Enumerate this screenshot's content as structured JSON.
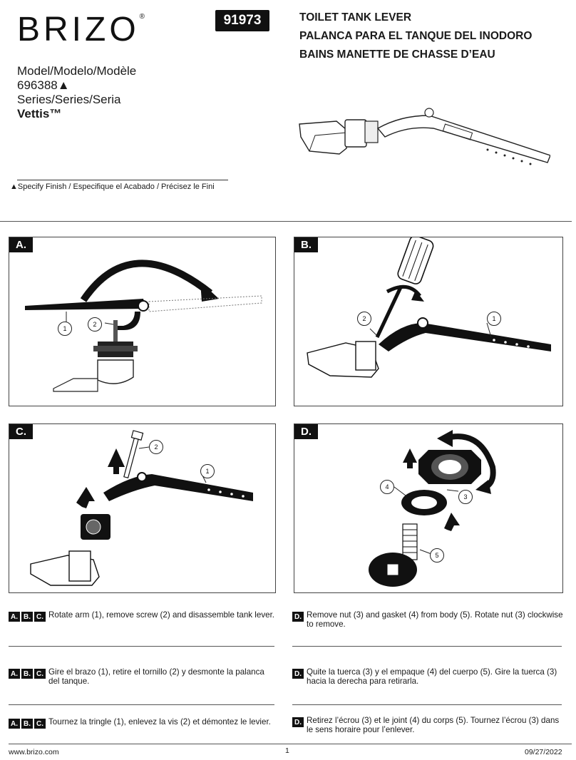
{
  "header": {
    "brand": "BRIZO",
    "brand_mark": "®",
    "part_number": "91973",
    "titles": [
      "TOILET TANK LEVER",
      "PALANCA PARA EL TANQUE DEL INODORO",
      "BAINS MANETTE DE CHASSE D’EAU"
    ],
    "model_label": "Model/Modelo/Modèle",
    "model_number": "696388▲",
    "series_label": "Series/Series/Seria",
    "series_name": "Vettis™",
    "finish_note": "▲Specify Finish / Especifique el Acabado / Précisez le Fini"
  },
  "panels": [
    {
      "label": "A.",
      "callouts": [
        "1",
        "2"
      ]
    },
    {
      "label": "B.",
      "callouts": [
        "2",
        "1"
      ]
    },
    {
      "label": "C.",
      "callouts": [
        "2",
        "1"
      ]
    },
    {
      "label": "D.",
      "callouts": [
        "4",
        "3",
        "5"
      ]
    }
  ],
  "instructions": {
    "abc_badges": [
      "A.",
      "B.",
      "C."
    ],
    "d_badge": "D.",
    "en_abc": "Rotate arm (1), remove screw (2) and disassemble tank lever.",
    "en_d": "Remove nut (3) and gasket (4) from body (5). Rotate nut (3) clockwise to remove.",
    "es_abc": "Gire el brazo (1), retire el tornillo (2) y desmonte la palanca del tanque.",
    "es_d": "Quite la tuerca (3) y el empaque (4) del cuerpo (5). Gire la tuerca (3) hacia la derecha para retirarla.",
    "fr_abc": "Tournez la tringle (1), enlevez la vis (2) et démontez le levier.",
    "fr_d": "Retirez l’écrou (3) et le joint (4) du corps (5). Tournez l’écrou (3) dans le sens horaire pour l’enlever."
  },
  "footer": {
    "website": "www.brizo.com",
    "page": "1",
    "date": "09/27/2022"
  }
}
